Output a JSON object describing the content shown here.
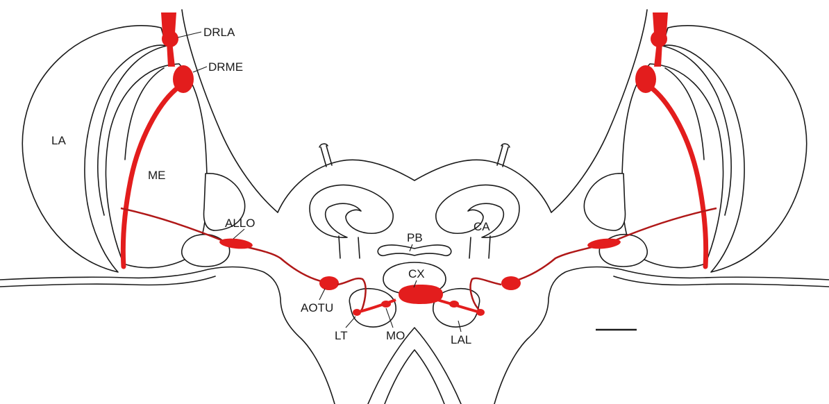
{
  "colors": {
    "pathway": "#e31d1d",
    "pathway_dark": "#b01818",
    "outline": "#1a1a1a",
    "background": "#ffffff"
  },
  "labels": {
    "drla": "DRLA",
    "drme": "DRME",
    "la": "LA",
    "me": "ME",
    "allo": "ALLO",
    "pb": "PB",
    "ca": "CA",
    "cx": "CX",
    "aotu": "AOTU",
    "lt": "LT",
    "mo": "MO",
    "lal": "LAL"
  }
}
